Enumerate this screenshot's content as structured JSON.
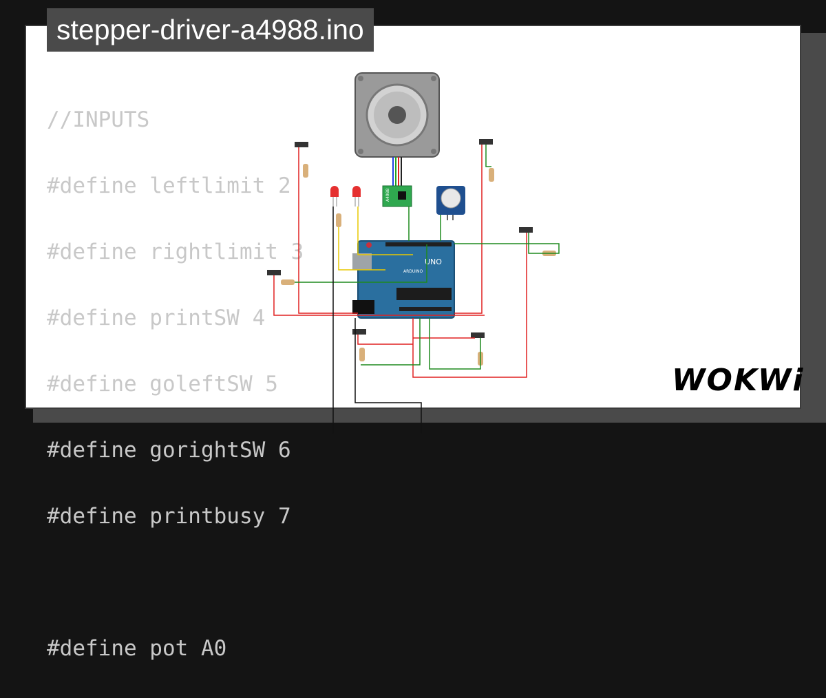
{
  "file_title": "stepper-driver-a4988.ino",
  "code_lines": [
    "//INPUTS",
    "#define leftlimit 2",
    "#define rightlimit 3",
    "#define printSW 4",
    "#define goleftSW 5",
    "#define gorightSW 6",
    "#define printbusy 7",
    "",
    "#define pot A0"
  ],
  "board_label": "UNO",
  "board_brand": "ARDUINO",
  "driver_label": "A4988",
  "logo_text": "WOKWi",
  "colors": {
    "background": "#141414",
    "card": "#ffffff",
    "title_bg": "#4a4a4a",
    "code_text": "#c8c8c8",
    "wire_red": "#e02020",
    "wire_green": "#1e8a1e",
    "wire_yellow": "#e8c800",
    "wire_black": "#111111",
    "board_blue": "#2a6f9f"
  }
}
